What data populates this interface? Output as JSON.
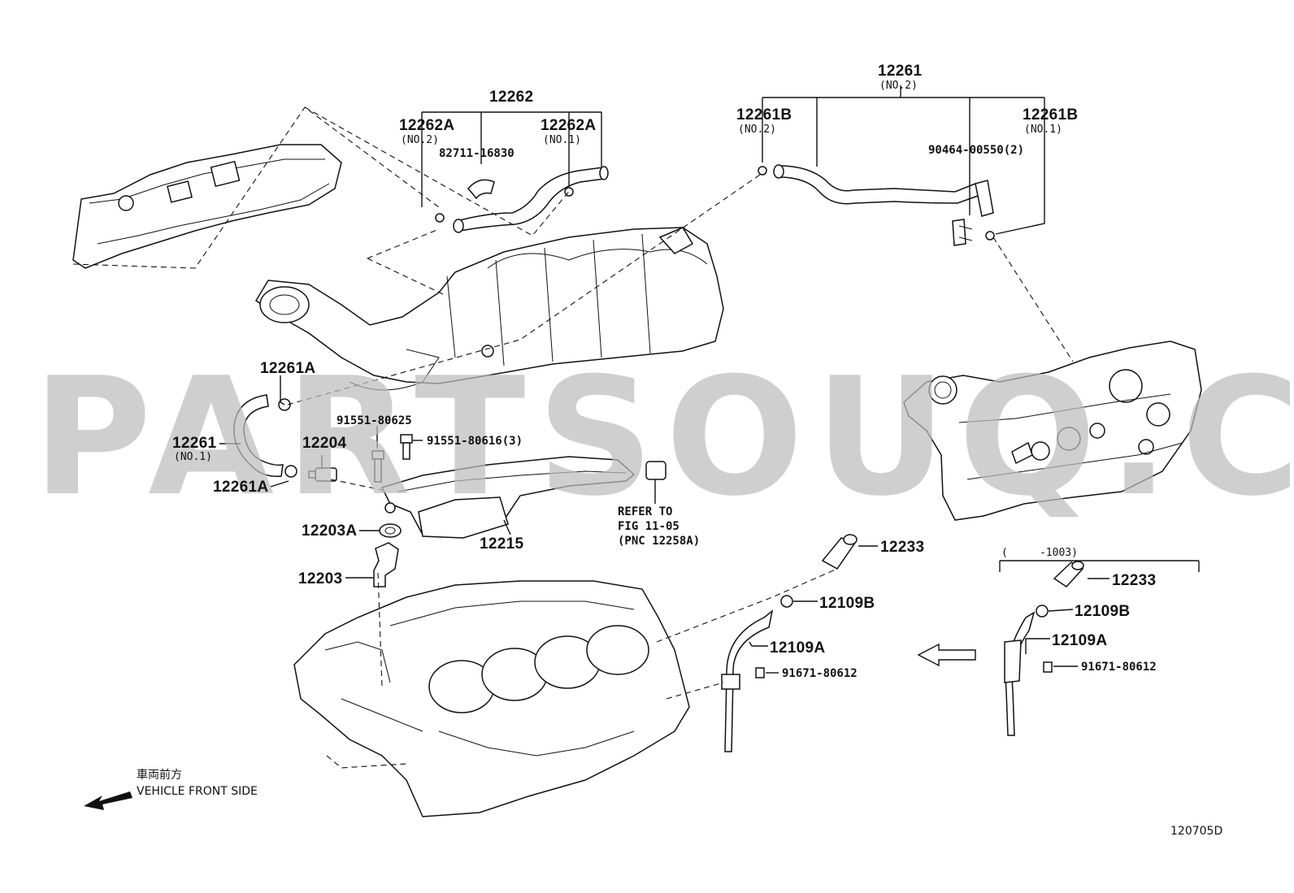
{
  "watermark": "PARTSOUQ.COM",
  "figure_id": "120705D",
  "vehicle_front": {
    "jp": "車両前方",
    "en": "VEHICLE FRONT SIDE"
  },
  "refer_note": {
    "line1": "REFER TO",
    "line2": "FIG 11-05",
    "line3": "(PNC 12258A)"
  },
  "variant_label": "(     -1003)",
  "labels": {
    "p12262": "12262",
    "p12262A_no2": "12262A",
    "p12262A_no2_sub": "(NO.2)",
    "p82711": "82711-16830",
    "p12262A_no1": "12262A",
    "p12262A_no1_sub": "(NO.1)",
    "p12261_top": "12261",
    "p12261_top_sub": "(NO.2)",
    "p12261B_no2": "12261B",
    "p12261B_no2_sub": "(NO.2)",
    "p12261B_no1": "12261B",
    "p12261B_no1_sub": "(NO.1)",
    "p90464": "90464-00550(2)",
    "p12261A_upper": "12261A",
    "p12261_no1": "12261",
    "p12261_no1_sub": "(NO.1)",
    "p12261A_lower": "12261A",
    "p91551_80625": "91551-80625",
    "p91551_80616": "91551-80616(3)",
    "p12204": "12204",
    "p12203A": "12203A",
    "p12215": "12215",
    "p12203": "12203",
    "p12233_a": "12233",
    "p12109B_a": "12109B",
    "p12109A_a": "12109A",
    "p91671_a": "91671-80612",
    "p12233_b": "12233",
    "p12109B_b": "12109B",
    "p12109A_b": "12109A",
    "p91671_b": "91671-80612"
  }
}
